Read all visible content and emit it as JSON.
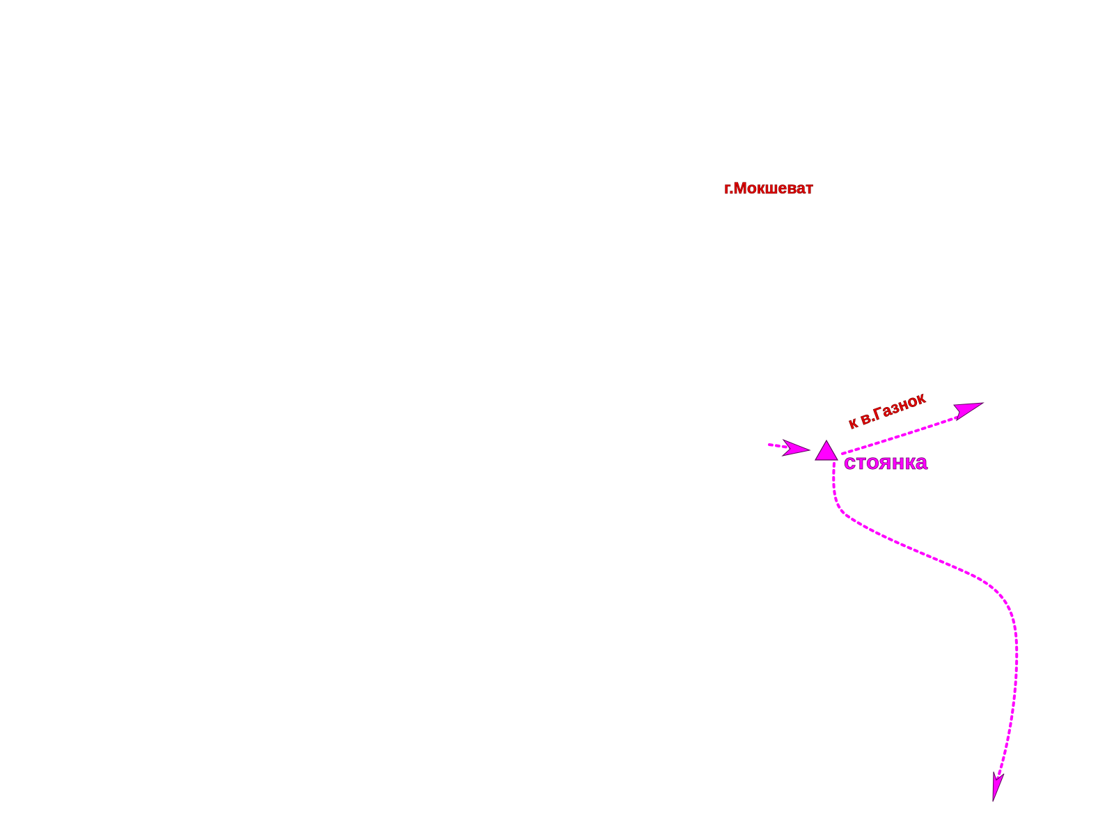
{
  "map": {
    "labels": {
      "summit": "г.Мокшеват",
      "direction": "к в.Газнок",
      "parking": "стоянка"
    },
    "colors": {
      "label_red": "#e00000",
      "route_magenta": "#ff00ff",
      "outline_dark": "#5a005a"
    },
    "icons": {
      "parking_marker": "triangle-marker-icon",
      "route_arrow": "arrowhead-icon"
    }
  }
}
